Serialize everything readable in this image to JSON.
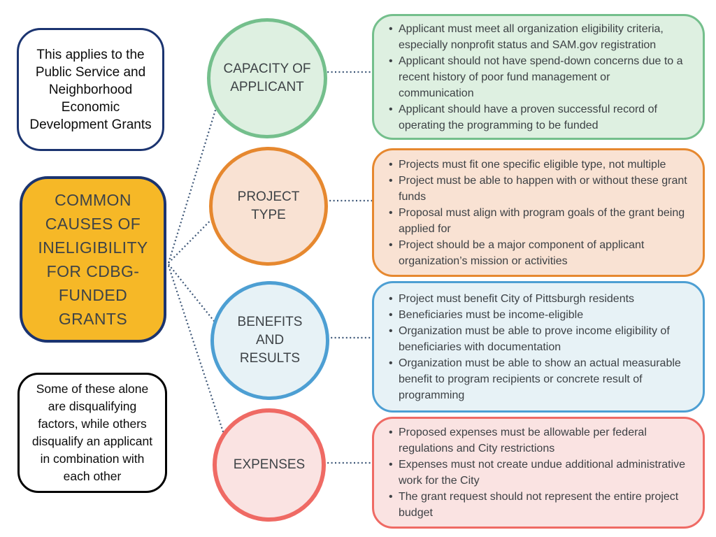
{
  "palette": {
    "navy": "#1b3470",
    "amber": "#f6b827",
    "black": "#000000",
    "text_dark": "#3e4347",
    "connector": "#3d5677"
  },
  "notes": {
    "top": "This applies to the Public Service and Neighborhood Economic Development Grants",
    "bottom": "Some of these alone are disqualifying factors, while others disqualify an applicant in combination with each other"
  },
  "hub": {
    "title": "COMMON CAUSES OF INELIGIBILITY FOR CDBG-FUNDED GRANTS"
  },
  "categories": [
    {
      "id": "capacity-of-applicant",
      "label": "CAPACITY OF APPLICANT",
      "colors": {
        "border": "#74bf8c",
        "fill": "#def0e1"
      },
      "bullets": [
        "Applicant must meet all organization eligibility criteria, especially nonprofit status and SAM.gov registration",
        "Applicant should not have spend-down concerns due to a recent history of poor fund management or communication",
        "Applicant should have a proven successful record of operating the programming to be funded"
      ]
    },
    {
      "id": "project-type",
      "label": "PROJECT TYPE",
      "colors": {
        "border": "#e6882f",
        "fill": "#f9e2d3"
      },
      "bullets": [
        "Projects must fit one specific eligible type, not multiple",
        "Project must be able to happen with or without these grant funds",
        "Proposal must align with program goals of the grant being applied for",
        "Project should be a major component of applicant organization’s mission or activities"
      ]
    },
    {
      "id": "benefits-and-results",
      "label": "BENEFITS AND RESULTS",
      "colors": {
        "border": "#4d9fd3",
        "fill": "#e7f2f6"
      },
      "bullets": [
        "Project must benefit City of Pittsburgh residents",
        "Beneficiaries must be income-eligible",
        "Organization must be able to prove income eligibility of beneficiaries with documentation",
        "Organization must be able to show an actual measurable benefit to program recipients or concrete result of programming"
      ]
    },
    {
      "id": "expenses",
      "label": "EXPENSES",
      "colors": {
        "border": "#ef6a64",
        "fill": "#fae3e2"
      },
      "bullets": [
        "Proposed expenses must be allowable per federal regulations and City restrictions",
        "Expenses must not create undue additional administrative work for the City",
        "The grant request should not represent the entire project budget"
      ]
    }
  ]
}
